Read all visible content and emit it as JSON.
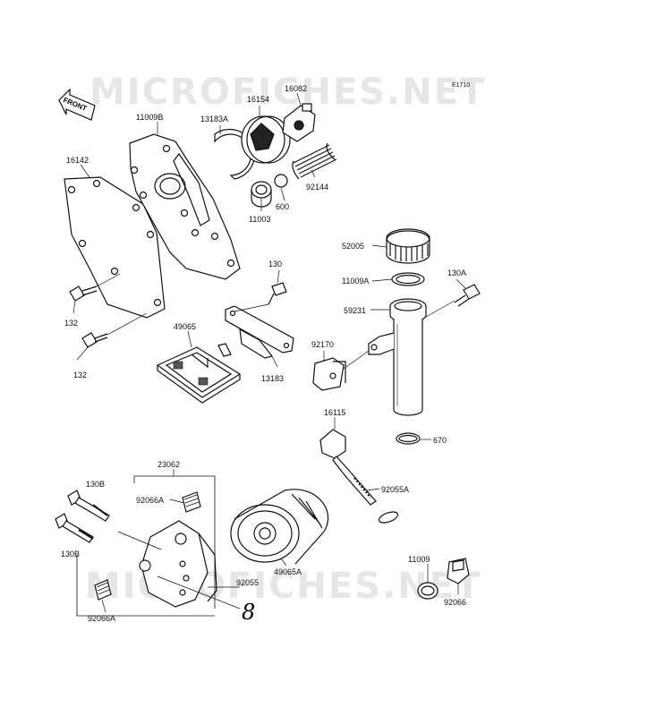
{
  "watermark": "MICROFICHES.NET",
  "diagram_code": "E1710",
  "front_label": "FRONT",
  "handwritten_mark": "8",
  "labels": {
    "p16154": "16154",
    "p16082": "16082",
    "p11009B": "11009B",
    "p13183A": "13183A",
    "p16142": "16142",
    "p92144": "92144",
    "p600": "600",
    "p11003": "11003",
    "p52005": "52005",
    "p11009A": "11009A",
    "p130A": "130A",
    "p59231": "59231",
    "p130": "130",
    "p132a": "132",
    "p132b": "132",
    "p49065": "49065",
    "p13183": "13183",
    "p92170": "92170",
    "p16115": "16115",
    "p670": "670",
    "p23062": "23062",
    "p130B_a": "130B",
    "p92066A_a": "92066A",
    "p130B_b": "130B",
    "p92055A": "92055A",
    "p49065A": "49065A",
    "p92055": "92055",
    "p92066A_b": "92066A",
    "p11009": "11009",
    "p92066": "92066"
  }
}
